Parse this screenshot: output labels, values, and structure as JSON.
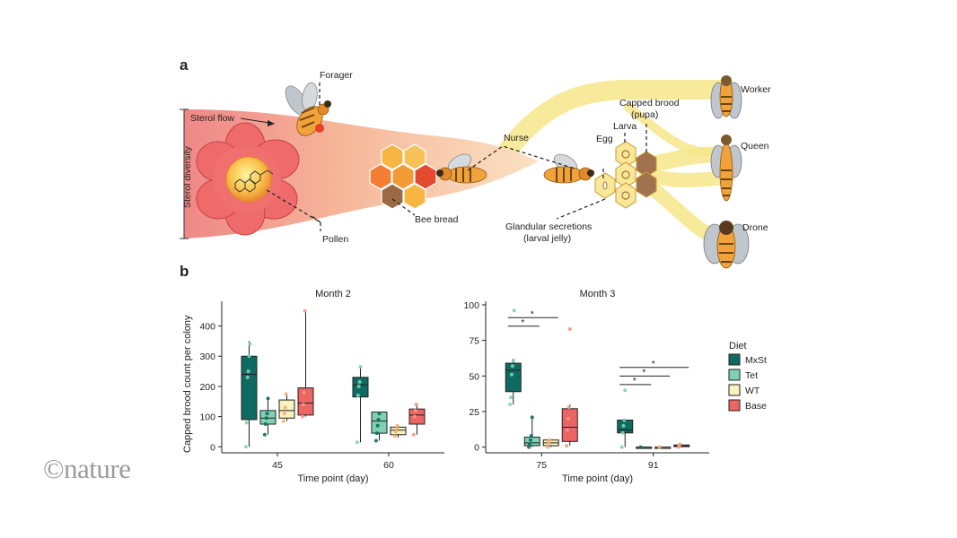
{
  "figure": {
    "brand": "©nature",
    "panel_a": {
      "letter": "a",
      "labels": {
        "forager": "Forager",
        "sterol_flow": "Sterol flow",
        "sterol_diversity": "Sterol diversity",
        "pollen": "Pollen",
        "bee_bread": "Bee bread",
        "nurse": "Nurse",
        "egg": "Egg",
        "larva": "Larva",
        "capped_brood_1": "Capped brood",
        "capped_brood_2": "(pupa)",
        "glandular_1": "Glandular secretions",
        "glandular_2": "(larval jelly)",
        "worker": "Worker",
        "queen": "Queen",
        "drone": "Drone"
      }
    },
    "panel_b": {
      "letter": "b",
      "ylabel": "Capped brood count per colony",
      "xlabel": "Time point (day)",
      "legend_title": "Diet"
    }
  },
  "colors": {
    "MxSt": "#0f6a62",
    "Tet": "#7fd1b0",
    "WT": "#fbf1c3",
    "Base": "#ec6464",
    "flow": "#f2b298",
    "yellow_flow": "#f7e68a",
    "honeycomb": "#f4a53b"
  },
  "chart_data": [
    {
      "type": "box",
      "title": "Month 2",
      "xlabel": "Time point (day)",
      "ylabel": "Capped brood count per colony",
      "ylim": [
        -20,
        470
      ],
      "yticks": [
        0,
        100,
        200,
        300,
        400
      ],
      "categories": [
        "45",
        "60"
      ],
      "series_names": [
        "MxSt",
        "Tet",
        "WT",
        "Base"
      ],
      "boxes": [
        {
          "cat": "45",
          "series": "MxSt",
          "min": 0,
          "q1": 90,
          "median": 240,
          "q3": 300,
          "max": 350,
          "points": [
            0,
            80,
            230,
            250,
            300,
            340
          ]
        },
        {
          "cat": "45",
          "series": "Tet",
          "min": 40,
          "q1": 75,
          "median": 95,
          "q3": 120,
          "max": 160,
          "points": [
            40,
            75,
            95,
            110,
            160
          ]
        },
        {
          "cat": "45",
          "series": "WT",
          "min": 85,
          "q1": 95,
          "median": 120,
          "q3": 155,
          "max": 175,
          "points": [
            85,
            110,
            130,
            175
          ]
        },
        {
          "cat": "45",
          "series": "Base",
          "min": 100,
          "q1": 105,
          "median": 145,
          "q3": 195,
          "max": 450,
          "points": [
            100,
            140,
            180,
            450
          ]
        },
        {
          "cat": "60",
          "series": "MxSt",
          "min": 15,
          "q1": 165,
          "median": 205,
          "q3": 230,
          "max": 265,
          "points": [
            15,
            170,
            200,
            215,
            265
          ]
        },
        {
          "cat": "60",
          "series": "Tet",
          "min": 20,
          "q1": 45,
          "median": 85,
          "q3": 115,
          "max": 115,
          "points": [
            20,
            45,
            70,
            90,
            110
          ]
        },
        {
          "cat": "60",
          "series": "WT",
          "min": 30,
          "q1": 40,
          "median": 55,
          "q3": 65,
          "max": 70,
          "points": [
            35,
            50,
            60,
            70
          ]
        },
        {
          "cat": "60",
          "series": "Base",
          "min": 40,
          "q1": 75,
          "median": 105,
          "q3": 125,
          "max": 145,
          "points": [
            40,
            100,
            120,
            140
          ]
        }
      ],
      "significance": []
    },
    {
      "type": "box",
      "title": "Month 3",
      "xlabel": "Time point (day)",
      "ylabel": "",
      "ylim": [
        -4,
        100
      ],
      "yticks": [
        0,
        25,
        50,
        75,
        100
      ],
      "categories": [
        "75",
        "91"
      ],
      "series_names": [
        "MxSt",
        "Tet",
        "WT",
        "Base"
      ],
      "boxes": [
        {
          "cat": "75",
          "series": "MxSt",
          "min": 30,
          "q1": 39,
          "median": 54,
          "q3": 59,
          "max": 62,
          "points": [
            30,
            35,
            51,
            57,
            61,
            96
          ]
        },
        {
          "cat": "75",
          "series": "Tet",
          "min": 0,
          "q1": 1,
          "median": 3,
          "q3": 7,
          "max": 21,
          "points": [
            0,
            2,
            5,
            8,
            21
          ]
        },
        {
          "cat": "75",
          "series": "WT",
          "min": 0,
          "q1": 1,
          "median": 3,
          "q3": 5,
          "max": 5,
          "points": [
            0,
            3,
            5
          ]
        },
        {
          "cat": "75",
          "series": "Base",
          "min": 1,
          "q1": 4,
          "median": 14,
          "q3": 27,
          "max": 30,
          "points": [
            1,
            12,
            20,
            28,
            83
          ]
        },
        {
          "cat": "91",
          "series": "MxSt",
          "min": 0,
          "q1": 10,
          "median": 12,
          "q3": 19,
          "max": 19,
          "points": [
            0,
            10,
            15,
            19,
            40
          ]
        },
        {
          "cat": "91",
          "series": "Tet",
          "min": 0,
          "q1": 0,
          "median": 0,
          "q3": 0,
          "max": 0,
          "points": [
            0
          ]
        },
        {
          "cat": "91",
          "series": "WT",
          "min": 0,
          "q1": 0,
          "median": 0,
          "q3": 0,
          "max": 0,
          "points": [
            0
          ]
        },
        {
          "cat": "91",
          "series": "Base",
          "min": 0,
          "q1": 0.3,
          "median": 1,
          "q3": 1.5,
          "max": 2,
          "points": [
            0,
            1,
            2
          ]
        }
      ],
      "significance": [
        {
          "cat": "75",
          "from": "MxSt",
          "to": "Tet",
          "label": "*",
          "y": 85
        },
        {
          "cat": "75",
          "from": "MxSt",
          "to": "WT",
          "label": "*",
          "y": 91
        },
        {
          "cat": "91",
          "from": "MxSt",
          "to": "Tet",
          "label": "*",
          "y": 44
        },
        {
          "cat": "91",
          "from": "MxSt",
          "to": "WT",
          "label": "*",
          "y": 50
        },
        {
          "cat": "91",
          "from": "MxSt",
          "to": "Base",
          "label": "*",
          "y": 56
        }
      ]
    }
  ],
  "legend": {
    "title": "Diet",
    "entries": [
      {
        "label": "MxSt",
        "color": "#0f6a62"
      },
      {
        "label": "Tet",
        "color": "#7fd1b0"
      },
      {
        "label": "WT",
        "color": "#fbf1c3"
      },
      {
        "label": "Base",
        "color": "#ec6464"
      }
    ]
  }
}
